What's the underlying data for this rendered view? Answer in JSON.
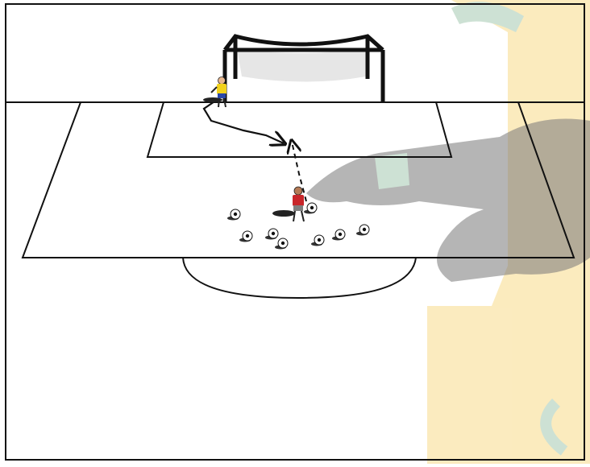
{
  "diagram": {
    "type": "soccer-goalkeeper-drill",
    "colors": {
      "line": "#111111",
      "field": "#ffffff",
      "goal_fill": "#e6e6e6",
      "watermark_yellow": "#fbe9b8",
      "watermark_green": "#c8ded0",
      "watermark_hand": "#6a6a6a",
      "keeper_shirt": "#f2d21c",
      "keeper_shorts": "#2a47a8",
      "server_shirt": "#c8262a",
      "server_shorts": "#7f7f7f"
    },
    "players": [
      {
        "role": "goalkeeper",
        "icon": "goalkeeper-yellow-icon"
      },
      {
        "role": "server",
        "icon": "player-red-icon"
      }
    ],
    "ball_count": 8,
    "ball_icon": "soccer-ball-icon",
    "arrows": [
      {
        "style": "solid",
        "meaning": "goalkeeper-movement-path"
      },
      {
        "style": "dashed",
        "meaning": "ball-service-path"
      }
    ],
    "watermark": {
      "icon": "goalkeeper-glove-watermark-icon"
    }
  }
}
